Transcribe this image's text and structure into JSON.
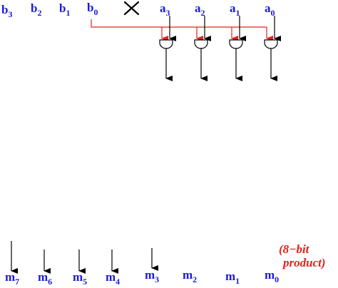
{
  "multiplier_bits": [
    {
      "base": "b",
      "sub": "3"
    },
    {
      "base": "b",
      "sub": "2"
    },
    {
      "base": "b",
      "sub": "1"
    },
    {
      "base": "b",
      "sub": "0"
    }
  ],
  "multiplicand_bits": [
    {
      "base": "a",
      "sub": "3"
    },
    {
      "base": "a",
      "sub": "2"
    },
    {
      "base": "a",
      "sub": "1"
    },
    {
      "base": "a",
      "sub": "0"
    }
  ],
  "product_bits": [
    {
      "base": "m",
      "sub": "7"
    },
    {
      "base": "m",
      "sub": "6"
    },
    {
      "base": "m",
      "sub": "5"
    },
    {
      "base": "m",
      "sub": "4"
    },
    {
      "base": "m",
      "sub": "3"
    },
    {
      "base": "m",
      "sub": "2"
    },
    {
      "base": "m",
      "sub": "1"
    },
    {
      "base": "m",
      "sub": "0"
    }
  ],
  "note": {
    "line1": "(8−bit",
    "line2": "product)"
  },
  "colors": {
    "label": "#1a1adc",
    "wire": "#e8201c",
    "line": "#000000"
  }
}
